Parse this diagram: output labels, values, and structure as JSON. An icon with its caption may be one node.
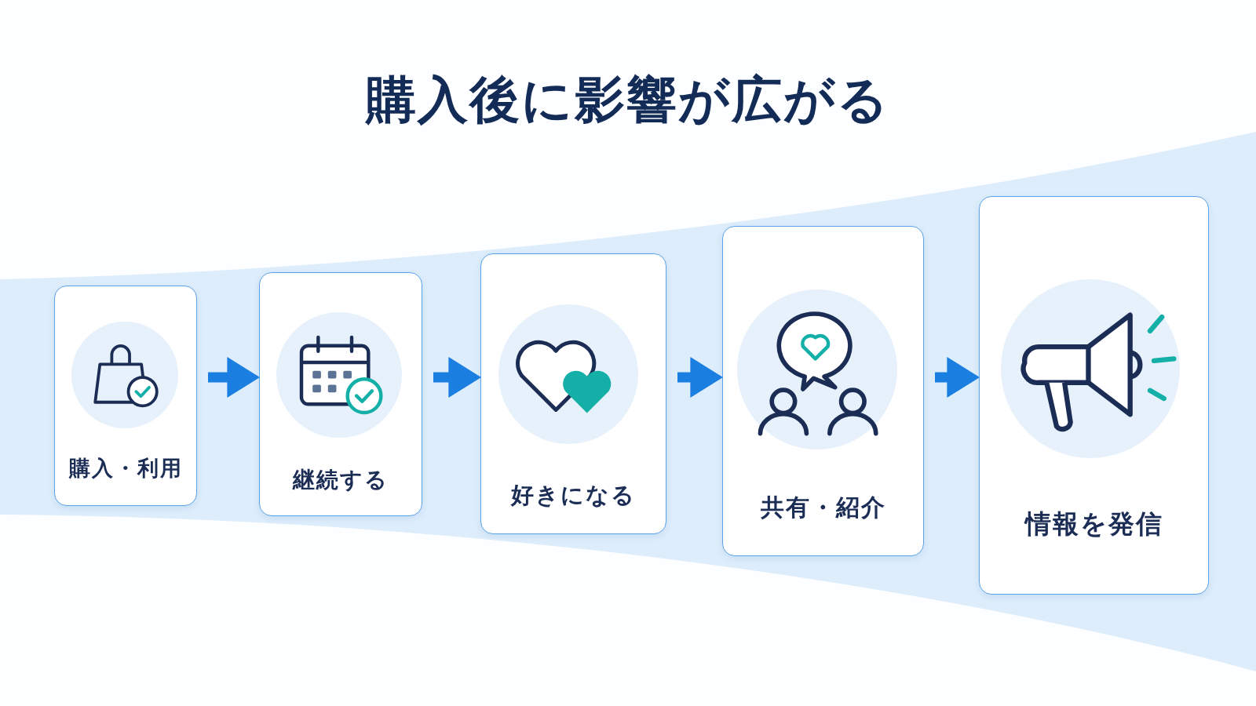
{
  "diagram": {
    "title": "購入後に影響が広がる",
    "nodes": [
      {
        "text": [
          "購入・利用"
        ]
      },
      {
        "text": [
          "継続する"
        ]
      },
      {
        "text": [
          "好きになる"
        ]
      },
      {
        "text": [
          "共有・紹介"
        ]
      },
      {
        "text": [
          "情報を発信"
        ]
      }
    ],
    "edges": [
      {
        "from": 0,
        "to": 1,
        "arrow": "to"
      },
      {
        "from": 1,
        "to": 2,
        "arrow": "to"
      },
      {
        "from": 2,
        "to": 3,
        "arrow": "to"
      },
      {
        "from": 3,
        "to": 4,
        "arrow": "to"
      }
    ]
  }
}
